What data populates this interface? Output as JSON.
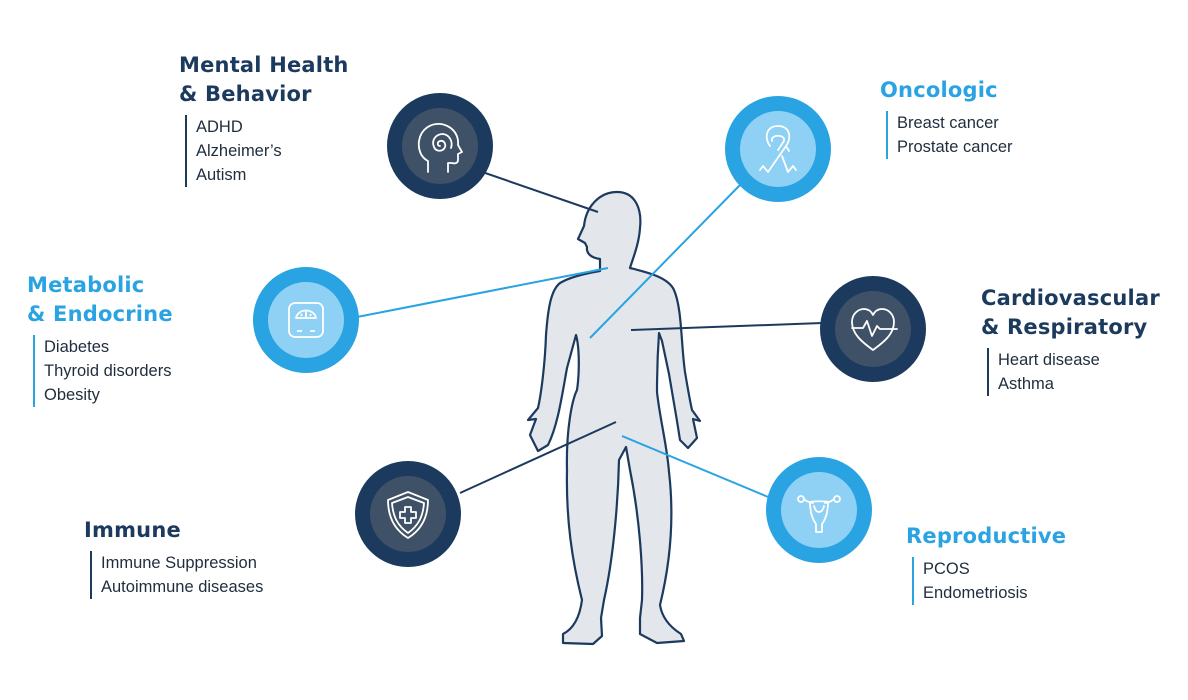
{
  "colors": {
    "dark_circle": "#1c3a5e",
    "dark_inner": "#3f5166",
    "light_circle": "#2aa3e3",
    "light_inner": "#8fd0f5",
    "body_fill": "#e3e6ea",
    "body_stroke": "#1c3a5e",
    "dark_text": "#1c3a5e",
    "light_text": "#2aa3e3"
  },
  "categories": [
    {
      "id": "mental",
      "title_lines": [
        "Mental Health",
        "& Behavior"
      ],
      "items": [
        "ADHD",
        "Alzheimer’s",
        "Autism"
      ],
      "tone": "dark",
      "icon": "head-spiral-icon"
    },
    {
      "id": "oncologic",
      "title_lines": [
        "Oncologic"
      ],
      "items": [
        "Breast cancer",
        "Prostate cancer"
      ],
      "tone": "light",
      "icon": "awareness-ribbon-icon"
    },
    {
      "id": "metabolic",
      "title_lines": [
        "Metabolic",
        "& Endocrine"
      ],
      "items": [
        "Diabetes",
        "Thyroid disorders",
        "Obesity"
      ],
      "tone": "light",
      "icon": "weight-scale-icon"
    },
    {
      "id": "cardio",
      "title_lines": [
        "Cardiovascular",
        "& Respiratory"
      ],
      "items": [
        "Heart disease",
        "Asthma"
      ],
      "tone": "dark",
      "icon": "heart-pulse-icon"
    },
    {
      "id": "immune",
      "title_lines": [
        "Immune"
      ],
      "items": [
        "Immune Suppression",
        "Autoimmune diseases"
      ],
      "tone": "dark",
      "icon": "shield-cross-icon"
    },
    {
      "id": "reproductive",
      "title_lines": [
        "Reproductive"
      ],
      "items": [
        "PCOS",
        "Endometriosis"
      ],
      "tone": "light",
      "icon": "uterus-icon"
    }
  ]
}
